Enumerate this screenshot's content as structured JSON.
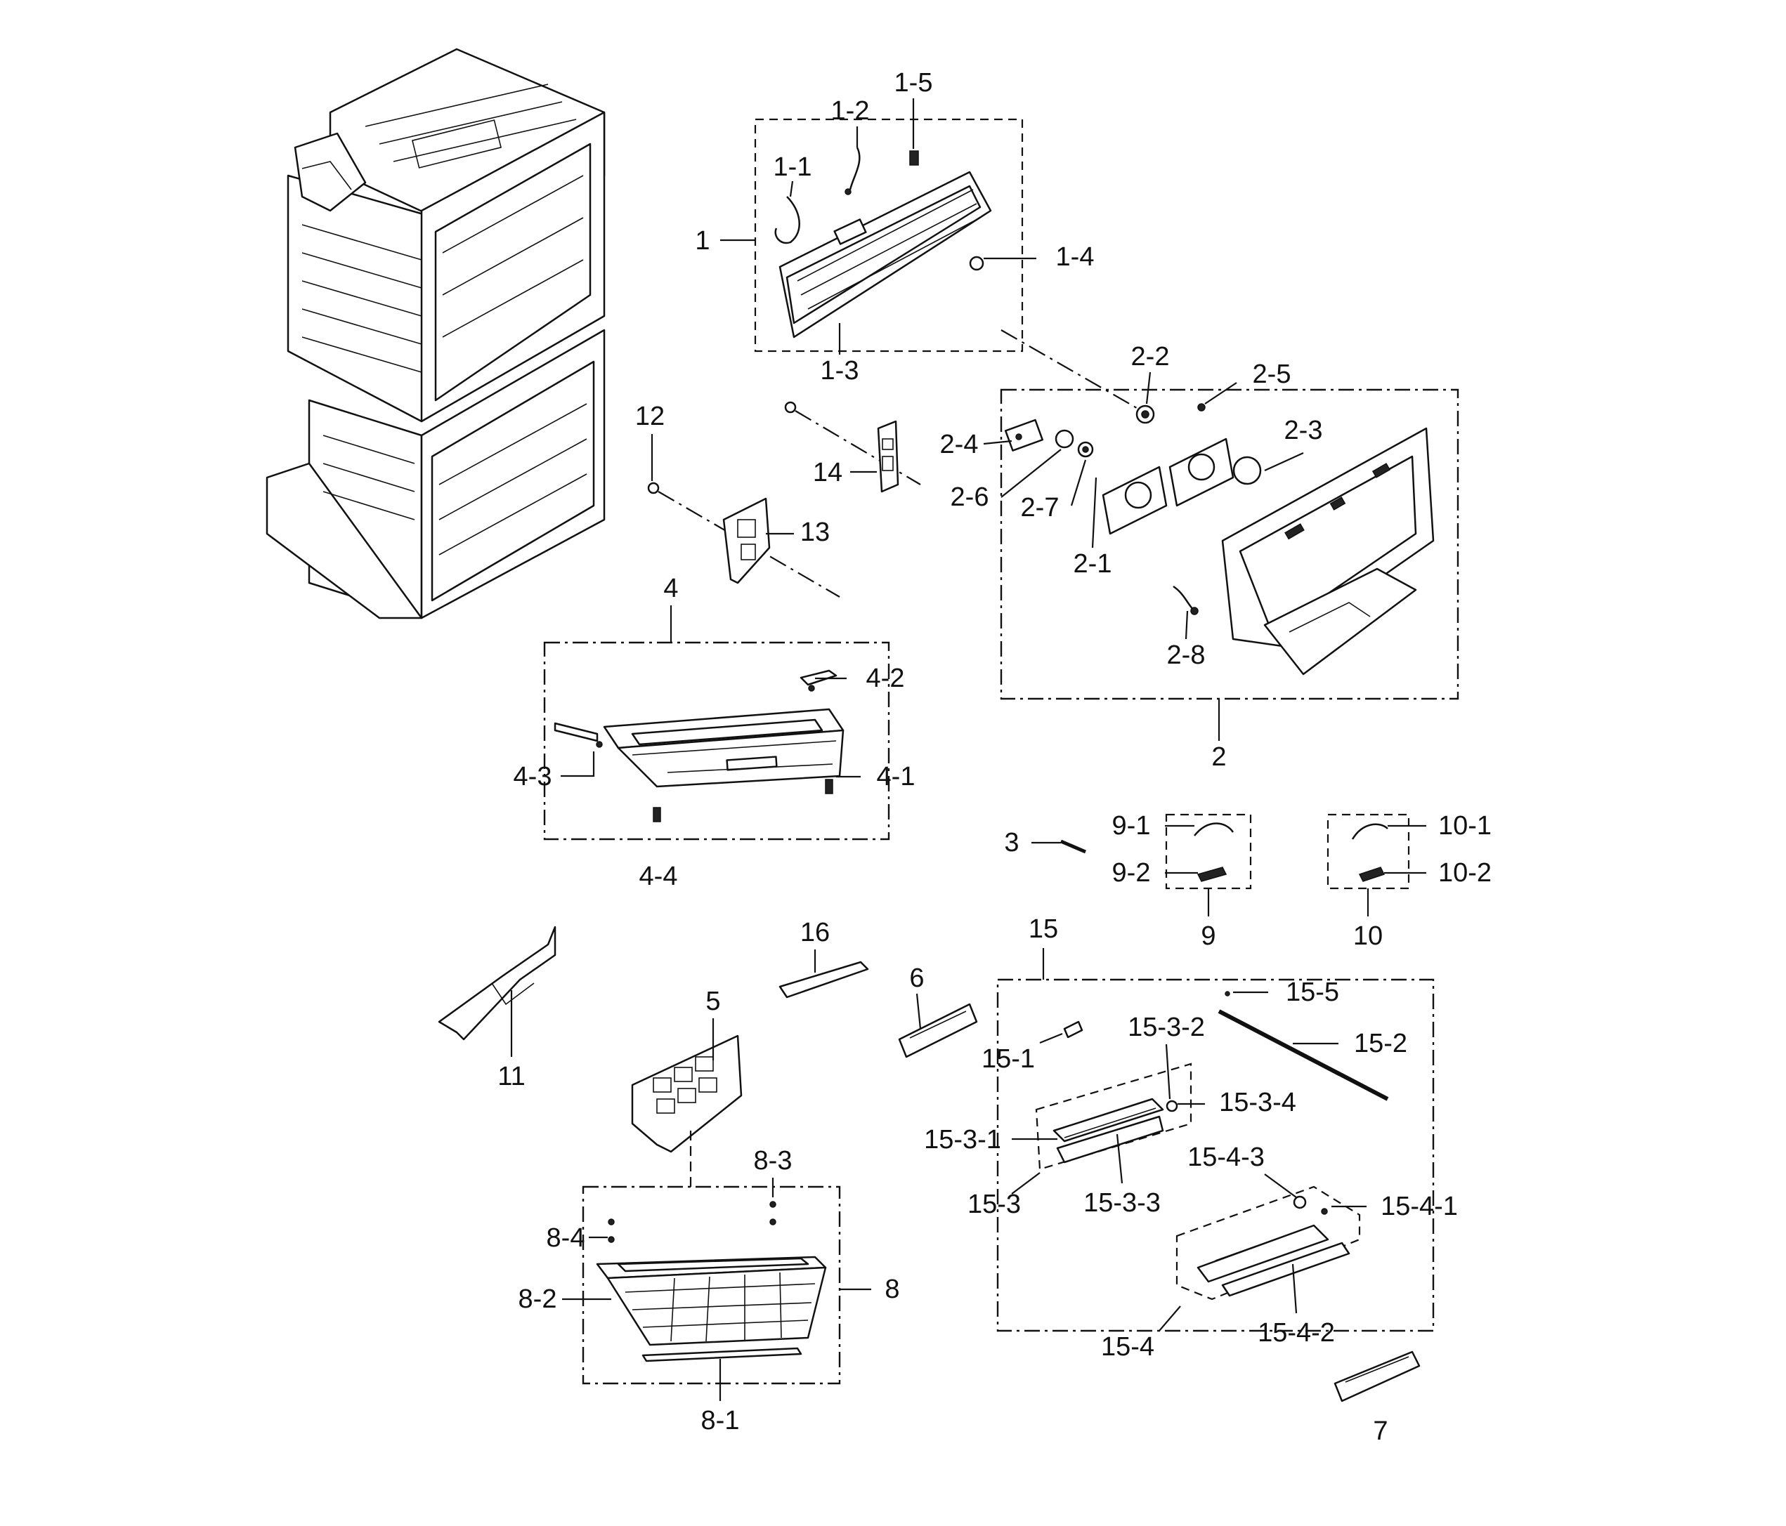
{
  "callouts": {
    "c1": "1",
    "c1_1": "1-1",
    "c1_2": "1-2",
    "c1_3": "1-3",
    "c1_4": "1-4",
    "c1_5": "1-5",
    "c2": "2",
    "c2_1": "2-1",
    "c2_2": "2-2",
    "c2_3": "2-3",
    "c2_4": "2-4",
    "c2_5": "2-5",
    "c2_6": "2-6",
    "c2_7": "2-7",
    "c2_8": "2-8",
    "c3": "3",
    "c4": "4",
    "c4_1": "4-1",
    "c4_2": "4-2",
    "c4_3": "4-3",
    "c4_4": "4-4",
    "c5": "5",
    "c6": "6",
    "c7": "7",
    "c8": "8",
    "c8_1": "8-1",
    "c8_2": "8-2",
    "c8_3": "8-3",
    "c8_4": "8-4",
    "c9": "9",
    "c9_1": "9-1",
    "c9_2": "9-2",
    "c10": "10",
    "c10_1": "10-1",
    "c10_2": "10-2",
    "c11": "11",
    "c12": "12",
    "c13": "13",
    "c14": "14",
    "c15": "15",
    "c15_1": "15-1",
    "c15_2": "15-2",
    "c15_3": "15-3",
    "c15_3_1": "15-3-1",
    "c15_3_2": "15-3-2",
    "c15_3_3": "15-3-3",
    "c15_3_4": "15-3-4",
    "c15_4": "15-4",
    "c15_4_1": "15-4-1",
    "c15_4_2": "15-4-2",
    "c15_4_3": "15-4-3",
    "c15_5": "15-5",
    "c16": "16"
  }
}
